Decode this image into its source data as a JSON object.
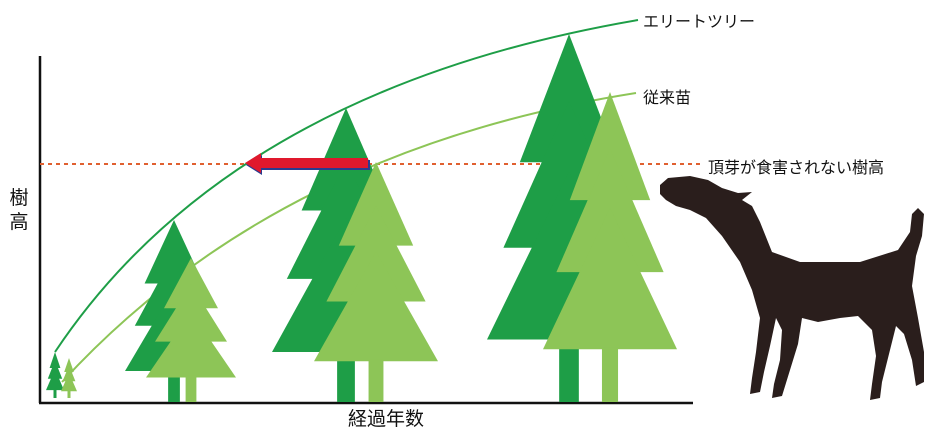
{
  "labels": {
    "y_axis": "樹\n高",
    "x_axis": "経過年数",
    "elite_tree": "エリートツリー",
    "conventional": "従来苗",
    "threshold": "頂芽が食害されない樹高"
  },
  "colors": {
    "elite": "#1e9e47",
    "conventional": "#8dc557",
    "threshold_line": "#e06030",
    "arrow": "#e0182d",
    "deer": "#2a1e1c",
    "axis": "#111111"
  },
  "chart_data": {
    "type": "diagram",
    "series": [
      {
        "name": "エリートツリー",
        "shape": "concave rising curve",
        "reaches_threshold_earlier": true
      },
      {
        "name": "従来苗",
        "shape": "concave rising curve",
        "reaches_threshold_earlier": false
      }
    ],
    "threshold": "頂芽が食害されない樹高",
    "arrow": "from 従来苗 crossing point toward エリートツリー crossing point (time shortened)"
  }
}
